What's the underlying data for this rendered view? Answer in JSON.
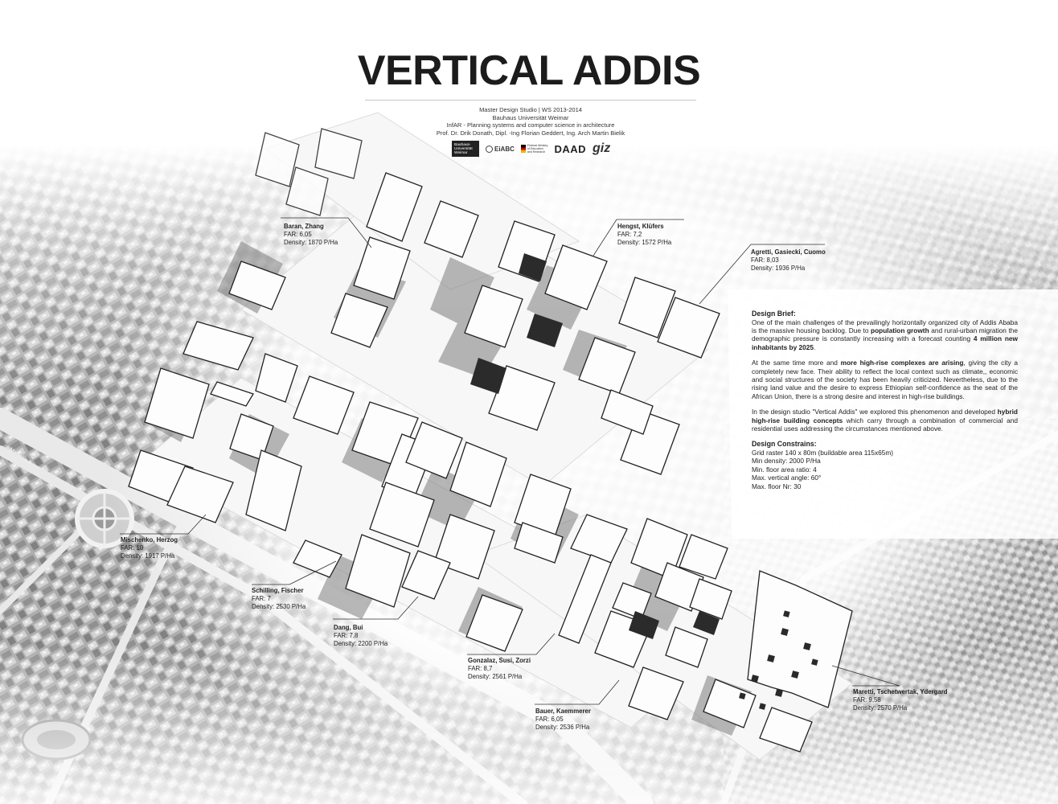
{
  "header": {
    "title": "VERTICAL ADDIS",
    "credits": [
      "Master Design Studio | WS 2013-2014",
      "Bauhaus Universität Weimar",
      "InfAR - Planning systems and computer science in architecture",
      "Prof. Dr. Drik Donath, Dipl. -Ing Florian Geddert, Ing. Arch Martin Bielik"
    ]
  },
  "logos": {
    "bauhaus": [
      "Bauhaus-",
      "Universität",
      "Weimar"
    ],
    "eiabc": "EiABC",
    "bmbf": [
      "Federal Ministry",
      "of Education",
      "and Research"
    ],
    "daad": "DAAD",
    "giz": "giz"
  },
  "map": {
    "street_label": "Menelik II"
  },
  "projects": [
    {
      "name": "Baran, Zhang",
      "far": "FAR: 6,05",
      "density": "Density: 1870 P/Ha"
    },
    {
      "name": "Hengst, Klüfers",
      "far": "FAR: 7,2",
      "density": "Density: 1572 P/Ha"
    },
    {
      "name": "Agretti, Gasiecki, Cuomo",
      "far": "FAR: 8,03",
      "density": "Density: 1936 P/Ha"
    },
    {
      "name": "Mischenko, Herzog",
      "far": "FAR: 10",
      "density": "Density: 1917 P/Ha"
    },
    {
      "name": "Schilling, Fischer",
      "far": "FAR: 7",
      "density": "Density: 2530 P/Ha"
    },
    {
      "name": "Dang, Bui",
      "far": "FAR: 7,8",
      "density": "Density: 2200 P/Ha"
    },
    {
      "name": "Gonzalaz, Susi, Zorzi",
      "far": "FAR: 8,7",
      "density": "Density: 2561 P/Ha"
    },
    {
      "name": "Bauer, Kaemmerer",
      "far": "FAR: 6,05",
      "density": "Density: 2536 P/Ha"
    },
    {
      "name": "Maretti, Tschetwertak, Ydergard",
      "far": "FAR: 9,58",
      "density": "Density: 2570 P/Ha"
    }
  ],
  "brief": {
    "heading": "Design Brief:",
    "p1_a": "One of the main challenges of the prevailingly horizontally organized city of Addis Ababa is the massive housing backlog. Due to ",
    "p1_b": "population growth",
    "p1_c": " and rural-urban migration the demographic pressure is constantly increasing with a forecast counting ",
    "p1_d": "4 million new inhabitants by 2025",
    "p1_e": ".",
    "p2_a": "At the same time more and ",
    "p2_b": "more high-rise complexes are arising",
    "p2_c": ", giving the city a completely new face. Their ability to reflect the local context such as climate,, economic and social structures of the society has been heavily criticized. Nevertheless, due to the rising land value and the desire to express Ethiopian self-confidence as the seat of the African Union, there is a strong desire and interest in high-rise buildings.",
    "p3_a": "In the design studio \"Vertical Addis\" we explored this phenomenon and developed ",
    "p3_b": "hybrid high-rise building concepts",
    "p3_c": " which carry through a combination of commercial and residential uses addressing the circumstances mentioned above.",
    "constraints_heading": "Design Constrains:",
    "constraints": [
      "Grid raster 140 x 80m (buildable area 115x65m)",
      "Min density: 2000 P/Ha",
      "Min. floor area ratio: 4",
      "Max. vertical angle: 60°",
      "Max. floor Nr: 30"
    ]
  }
}
